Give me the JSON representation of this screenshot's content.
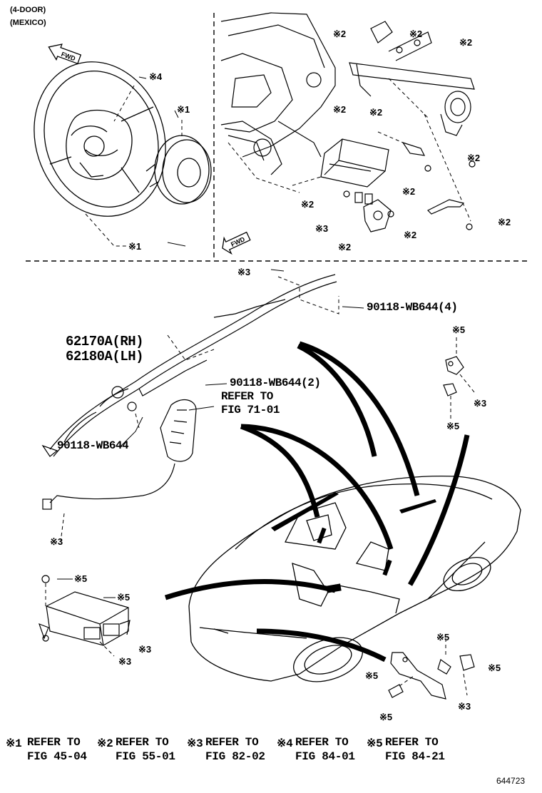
{
  "header": {
    "line1": "(4-DOOR)",
    "line2": "(MEXICO)"
  },
  "fwd_label": "FWD",
  "markers": {
    "m1": "※1",
    "m2": "※2",
    "m3": "※3",
    "m4": "※4",
    "m5": "※5"
  },
  "parts": {
    "curtain_rh": "62170A(RH)",
    "curtain_lh": "62180A(LH)",
    "bolt_4": "90118-WB644(4)",
    "bolt_2": "90118-WB644(2)",
    "bolt_1": "90118-WB644",
    "refer_line1": "REFER TO",
    "refer_line2": "FIG 71-01"
  },
  "legend": [
    {
      "mark": "※1",
      "line1": "REFER TO",
      "line2": "FIG 45-04"
    },
    {
      "mark": "※2",
      "line1": "REFER TO",
      "line2": "FIG 55-01"
    },
    {
      "mark": "※3",
      "line1": "REFER TO",
      "line2": "FIG 82-02"
    },
    {
      "mark": "※4",
      "line1": "REFER TO",
      "line2": "FIG 84-01"
    },
    {
      "mark": "※5",
      "line1": "REFER TO",
      "line2": "FIG 84-21"
    }
  ],
  "drawing_number": "644723"
}
